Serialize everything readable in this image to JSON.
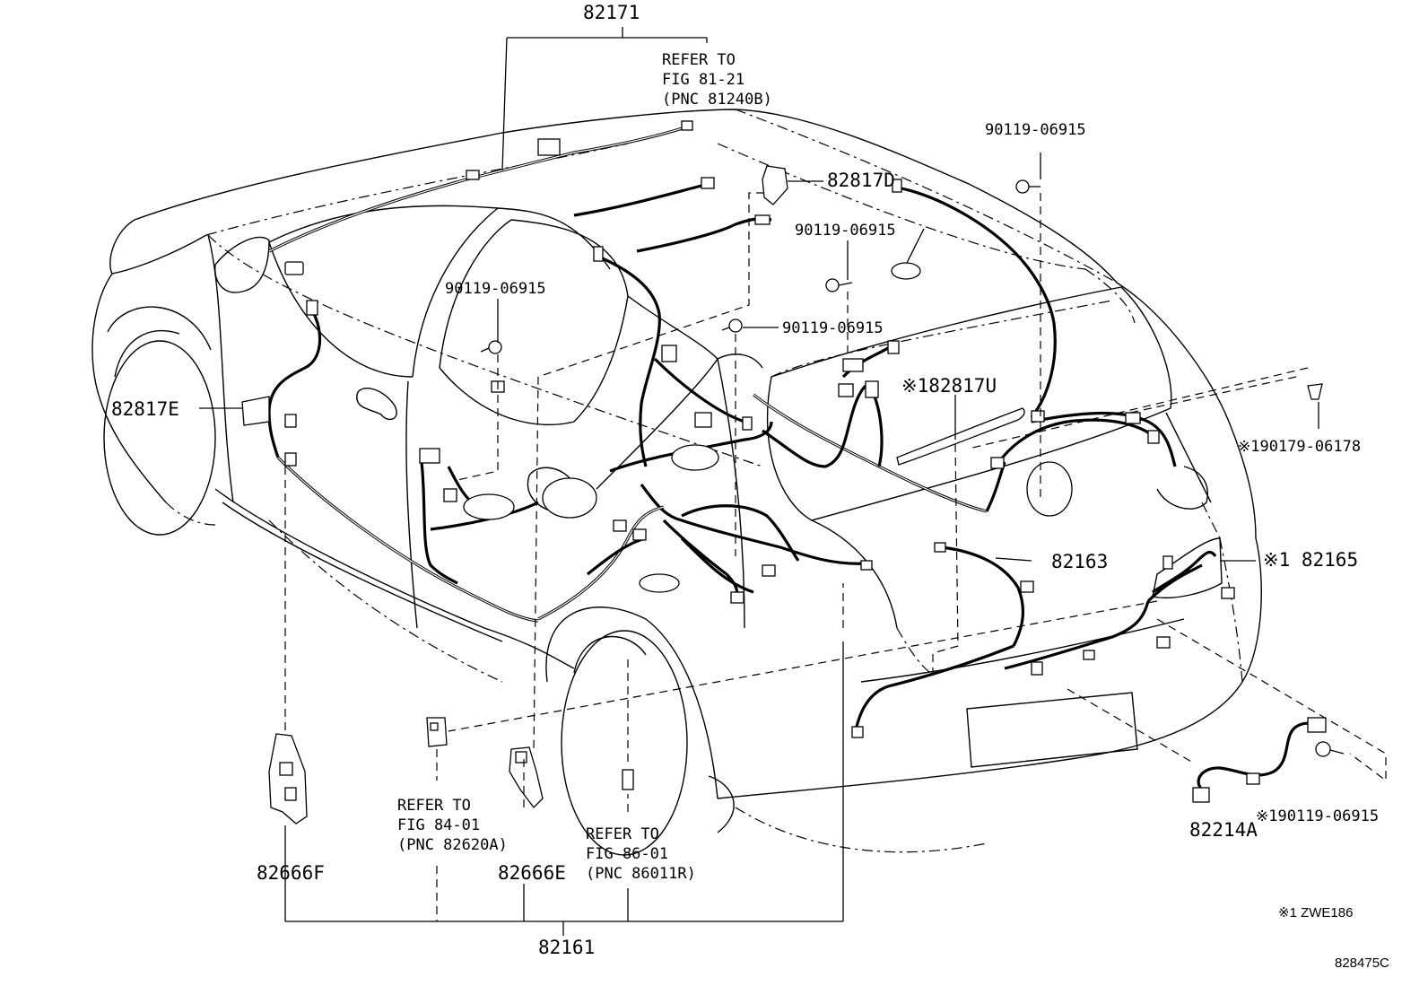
{
  "title": "",
  "labels": {
    "p82171": "82171",
    "ref_81_21": [
      "REFER TO",
      "FIG 81-21",
      "(PNC 81240B)"
    ],
    "p90119_top_right": "90119-06915",
    "p82817D": "82817D",
    "p90119_center": "90119-06915",
    "p90119_left": "90119-06915",
    "p90119_mid": "90119-06915",
    "p82817U": "※182817U",
    "p82817E": "82817E",
    "p90179": "※190179-06178",
    "p82163": "82163",
    "p82165": "※1 82165",
    "p82214A": "82214A",
    "p90119_bottom_right": "※190119-06915",
    "ref_84_01": [
      "REFER TO",
      "FIG 84-01",
      "(PNC 82620A)"
    ],
    "ref_86_01": [
      "REFER TO",
      "FIG 86-01",
      "(PNC 86011R)"
    ],
    "p82666F": "82666F",
    "p82666E": "82666E",
    "p82161": "82161",
    "footnote": "※1 ZWE186",
    "figure_code": "828475C"
  }
}
